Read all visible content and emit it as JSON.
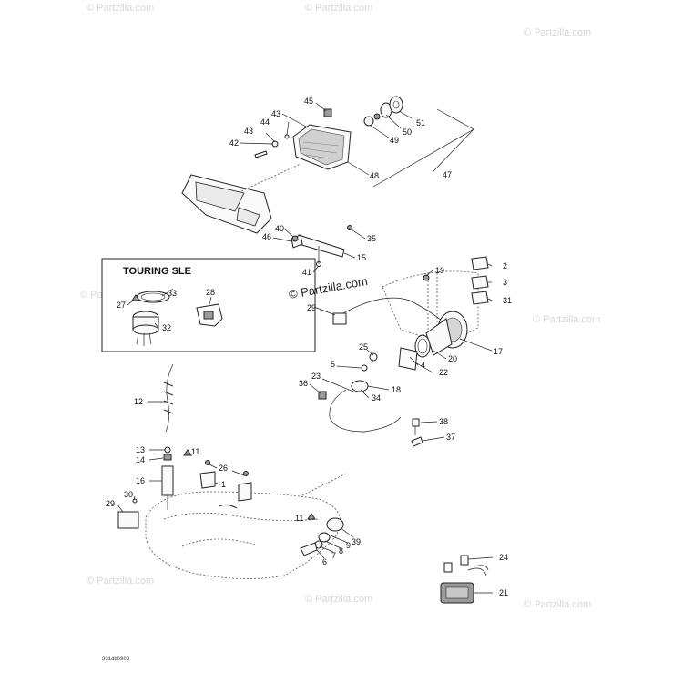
{
  "watermark": {
    "text": "© Partzilla.com",
    "short": "© Partzilla.com"
  },
  "inset": {
    "title": "TOURING SLE"
  },
  "figure_code": "331db0903",
  "callouts": {
    "c1": "1",
    "c2": "2",
    "c3": "3",
    "c4": "4",
    "c5": "5",
    "c6": "6",
    "c7": "7",
    "c8": "8",
    "c9": "9",
    "c11a": "11",
    "c11b": "11",
    "c12": "12",
    "c13": "13",
    "c14": "14",
    "c15": "15",
    "c16": "16",
    "c17": "17",
    "c18": "18",
    "c19": "19",
    "c20": "20",
    "c21": "21",
    "c22": "22",
    "c23": "23",
    "c24": "24",
    "c25": "25",
    "c26": "26",
    "c27": "27",
    "c28": "28",
    "c29a": "29",
    "c29b": "29",
    "c30": "30",
    "c31": "31",
    "c32": "32",
    "c33": "33",
    "c34": "34",
    "c35": "35",
    "c36": "36",
    "c37": "37",
    "c38": "38",
    "c39": "39",
    "c40": "40",
    "c41": "41",
    "c42": "42",
    "c43a": "43",
    "c43b": "43",
    "c44": "44",
    "c45": "45",
    "c46": "46",
    "c47": "47",
    "c48": "48",
    "c49": "49",
    "c50": "50",
    "c51": "51"
  }
}
